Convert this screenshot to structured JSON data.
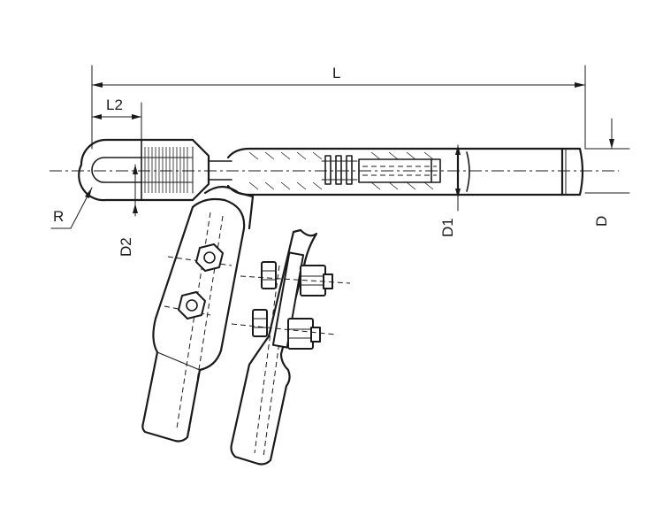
{
  "labels": {
    "overall_length": "L",
    "eye_length": "L2",
    "eye_radius": "R",
    "clamp_diameter": "D2",
    "sleeve_diameter": "D1",
    "body_diameter": "D"
  }
}
